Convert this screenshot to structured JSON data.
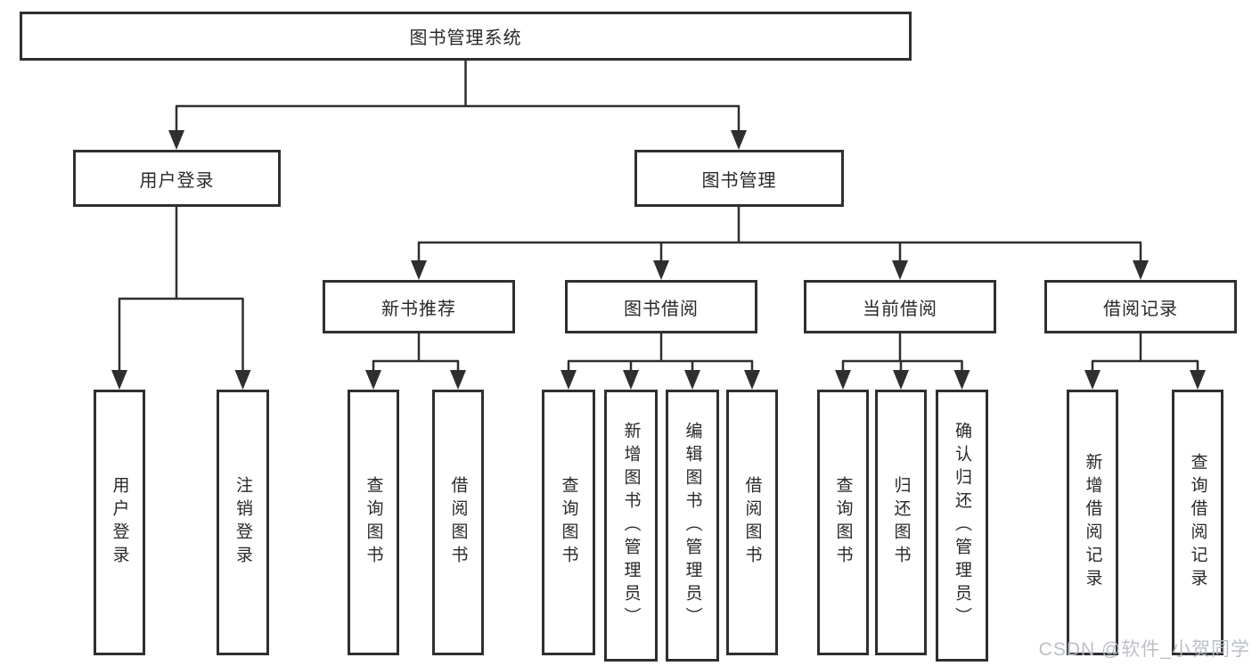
{
  "colors": {
    "line": "#2e2f31",
    "box_border": "#2e2f31",
    "box_fill": "#ffffff",
    "text": "#27292c",
    "watermark": "#b7bcc2"
  },
  "diagram": {
    "root": {
      "label": "图书管理系统"
    },
    "level2": [
      {
        "id": "user-login",
        "label": "用户登录"
      },
      {
        "id": "book-management",
        "label": "图书管理"
      }
    ],
    "level3": [
      {
        "id": "new-book-recommend",
        "label": "新书推荐"
      },
      {
        "id": "book-borrow",
        "label": "图书借阅"
      },
      {
        "id": "current-borrow",
        "label": "当前借阅"
      },
      {
        "id": "borrow-records",
        "label": "借阅记录"
      }
    ],
    "leaves": [
      {
        "id": "user-login",
        "label": "用户登录"
      },
      {
        "id": "logout",
        "label": "注销登录"
      },
      {
        "id": "query-books-recommend",
        "label": "查询图书"
      },
      {
        "id": "borrow-books-recommend",
        "label": "借阅图书"
      },
      {
        "id": "query-books-borrow",
        "label": "查询图书"
      },
      {
        "id": "add-books-admin",
        "label": "新增图书（管理员）"
      },
      {
        "id": "edit-books-admin",
        "label": "编辑图书（管理员）"
      },
      {
        "id": "borrow-books",
        "label": "借阅图书"
      },
      {
        "id": "query-books-current",
        "label": "查询图书"
      },
      {
        "id": "return-books",
        "label": "归还图书"
      },
      {
        "id": "confirm-return-admin",
        "label": "确认归还（管理员）"
      },
      {
        "id": "add-borrow-record",
        "label": "新增借阅记录"
      },
      {
        "id": "query-borrow-record",
        "label": "查询借阅记录"
      }
    ]
  },
  "watermark": {
    "text": "CSDN @软件_小贺同学"
  }
}
